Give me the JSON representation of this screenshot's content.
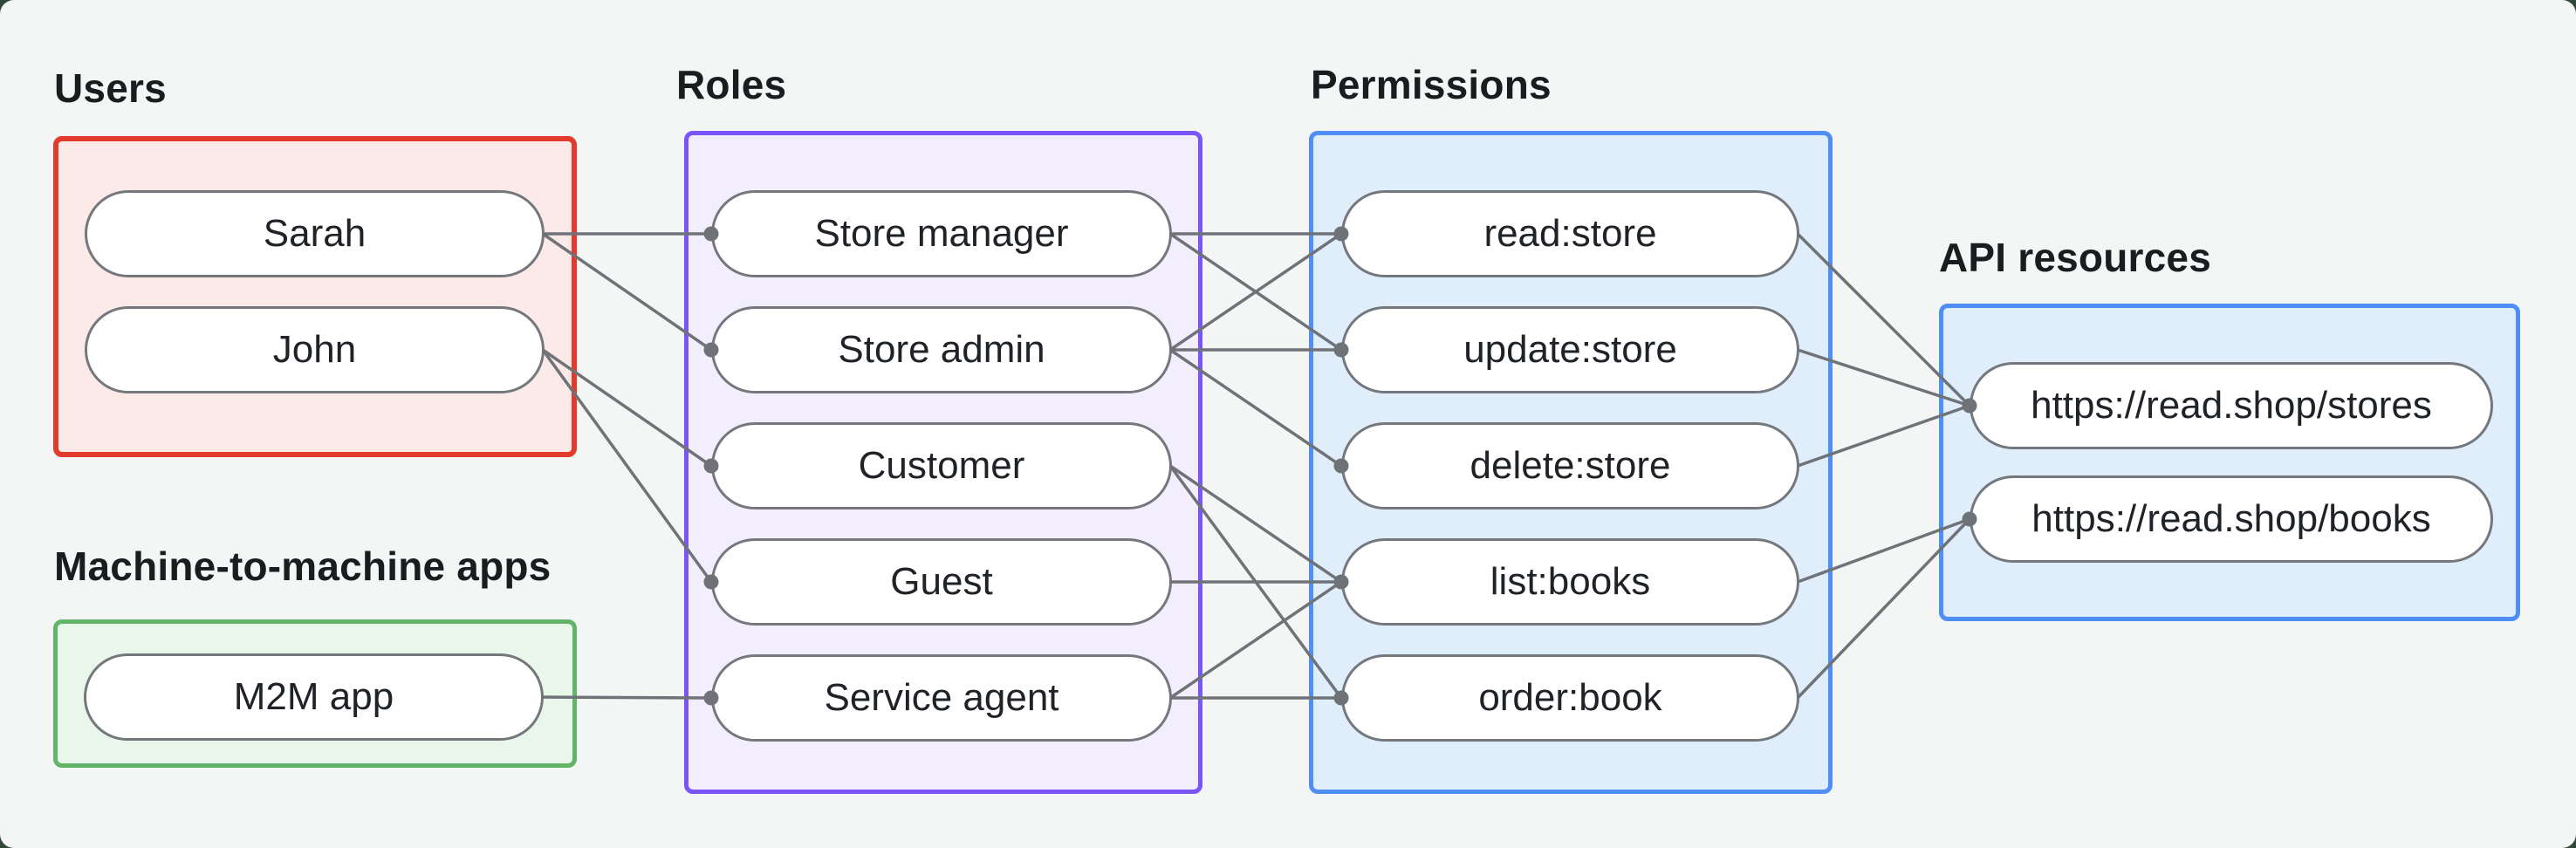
{
  "page": {
    "surface_color": "#f4f6f5",
    "backdrop_color": "#32493a",
    "line_color": "#6f7377",
    "dot_color": "#6f7377"
  },
  "groups": {
    "users": {
      "label": "Users",
      "border": "#e23a2d",
      "fill": "#fbeae8",
      "nodes": [
        {
          "id": "sarah",
          "label": "Sarah"
        },
        {
          "id": "john",
          "label": "John"
        }
      ]
    },
    "m2m": {
      "label": "Machine-to-machine apps",
      "border": "#62b568",
      "fill": "#e9f6ea",
      "nodes": [
        {
          "id": "m2m-app",
          "label": "M2M app"
        }
      ]
    },
    "roles": {
      "label": "Roles",
      "border": "#7a55f7",
      "fill": "#f3eefe",
      "nodes": [
        {
          "id": "store-manager",
          "label": "Store manager"
        },
        {
          "id": "store-admin",
          "label": "Store admin"
        },
        {
          "id": "customer",
          "label": "Customer"
        },
        {
          "id": "guest",
          "label": "Guest"
        },
        {
          "id": "service-agent",
          "label": "Service agent"
        }
      ]
    },
    "permissions": {
      "label": "Permissions",
      "border": "#4f8ef6",
      "fill": "#e0edfb",
      "nodes": [
        {
          "id": "read-store",
          "label": "read:store"
        },
        {
          "id": "update-store",
          "label": "update:store"
        },
        {
          "id": "delete-store",
          "label": "delete:store"
        },
        {
          "id": "list-books",
          "label": "list:books"
        },
        {
          "id": "order-book",
          "label": "order:book"
        }
      ]
    },
    "api": {
      "label": "API resources",
      "border": "#4f8ef6",
      "fill": "#e0edfb",
      "nodes": [
        {
          "id": "stores",
          "label": "https://read.shop/stores"
        },
        {
          "id": "books",
          "label": "https://read.shop/books"
        }
      ]
    }
  },
  "edges": [
    {
      "from": "sarah",
      "to": "store-manager"
    },
    {
      "from": "sarah",
      "to": "store-admin"
    },
    {
      "from": "john",
      "to": "customer"
    },
    {
      "from": "john",
      "to": "guest"
    },
    {
      "from": "m2m-app",
      "to": "service-agent"
    },
    {
      "from": "store-manager",
      "to": "read-store"
    },
    {
      "from": "store-manager",
      "to": "update-store"
    },
    {
      "from": "store-admin",
      "to": "read-store"
    },
    {
      "from": "store-admin",
      "to": "update-store"
    },
    {
      "from": "store-admin",
      "to": "delete-store"
    },
    {
      "from": "customer",
      "to": "list-books"
    },
    {
      "from": "customer",
      "to": "order-book"
    },
    {
      "from": "guest",
      "to": "list-books"
    },
    {
      "from": "service-agent",
      "to": "list-books"
    },
    {
      "from": "service-agent",
      "to": "order-book"
    },
    {
      "from": "read-store",
      "to": "stores"
    },
    {
      "from": "update-store",
      "to": "stores"
    },
    {
      "from": "delete-store",
      "to": "stores"
    },
    {
      "from": "list-books",
      "to": "books"
    },
    {
      "from": "order-book",
      "to": "books"
    }
  ]
}
